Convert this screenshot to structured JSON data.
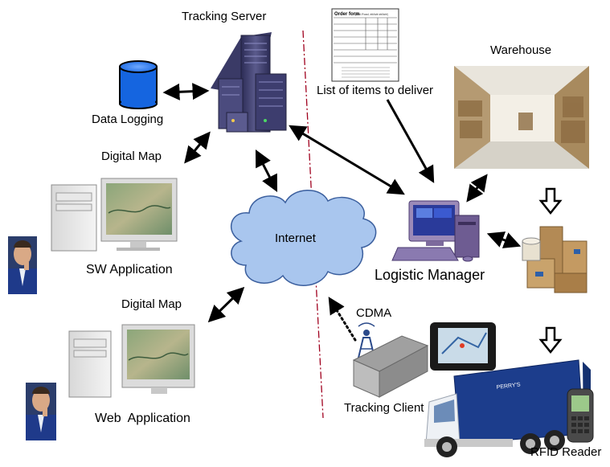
{
  "labels": {
    "tracking_server": "Tracking Server",
    "data_logging": "Data Logging",
    "digital_map_top": "Digital Map",
    "sw_application": "SW Application",
    "digital_map_bottom": "Digital Map",
    "web_application": "Web  Application",
    "internet": "Internet",
    "list_of_items": "List of items to deliver",
    "warehouse": "Warehouse",
    "logistic_manager": "Logistic Manager",
    "cdma": "CDMA",
    "tracking_client": "Tracking Client",
    "rfid_reader": "RFID Reader"
  },
  "order_form": {
    "title": "Order form",
    "subtitle": "(##A Road, ##A##.##A##)"
  },
  "colors": {
    "cloud_fill": "#a9c6ee",
    "cloud_stroke": "#3b5f9e",
    "divider": "#a0001e",
    "server": "#4a4a78",
    "truck_box": "#1c3d8c",
    "drum": "#1565e0"
  }
}
